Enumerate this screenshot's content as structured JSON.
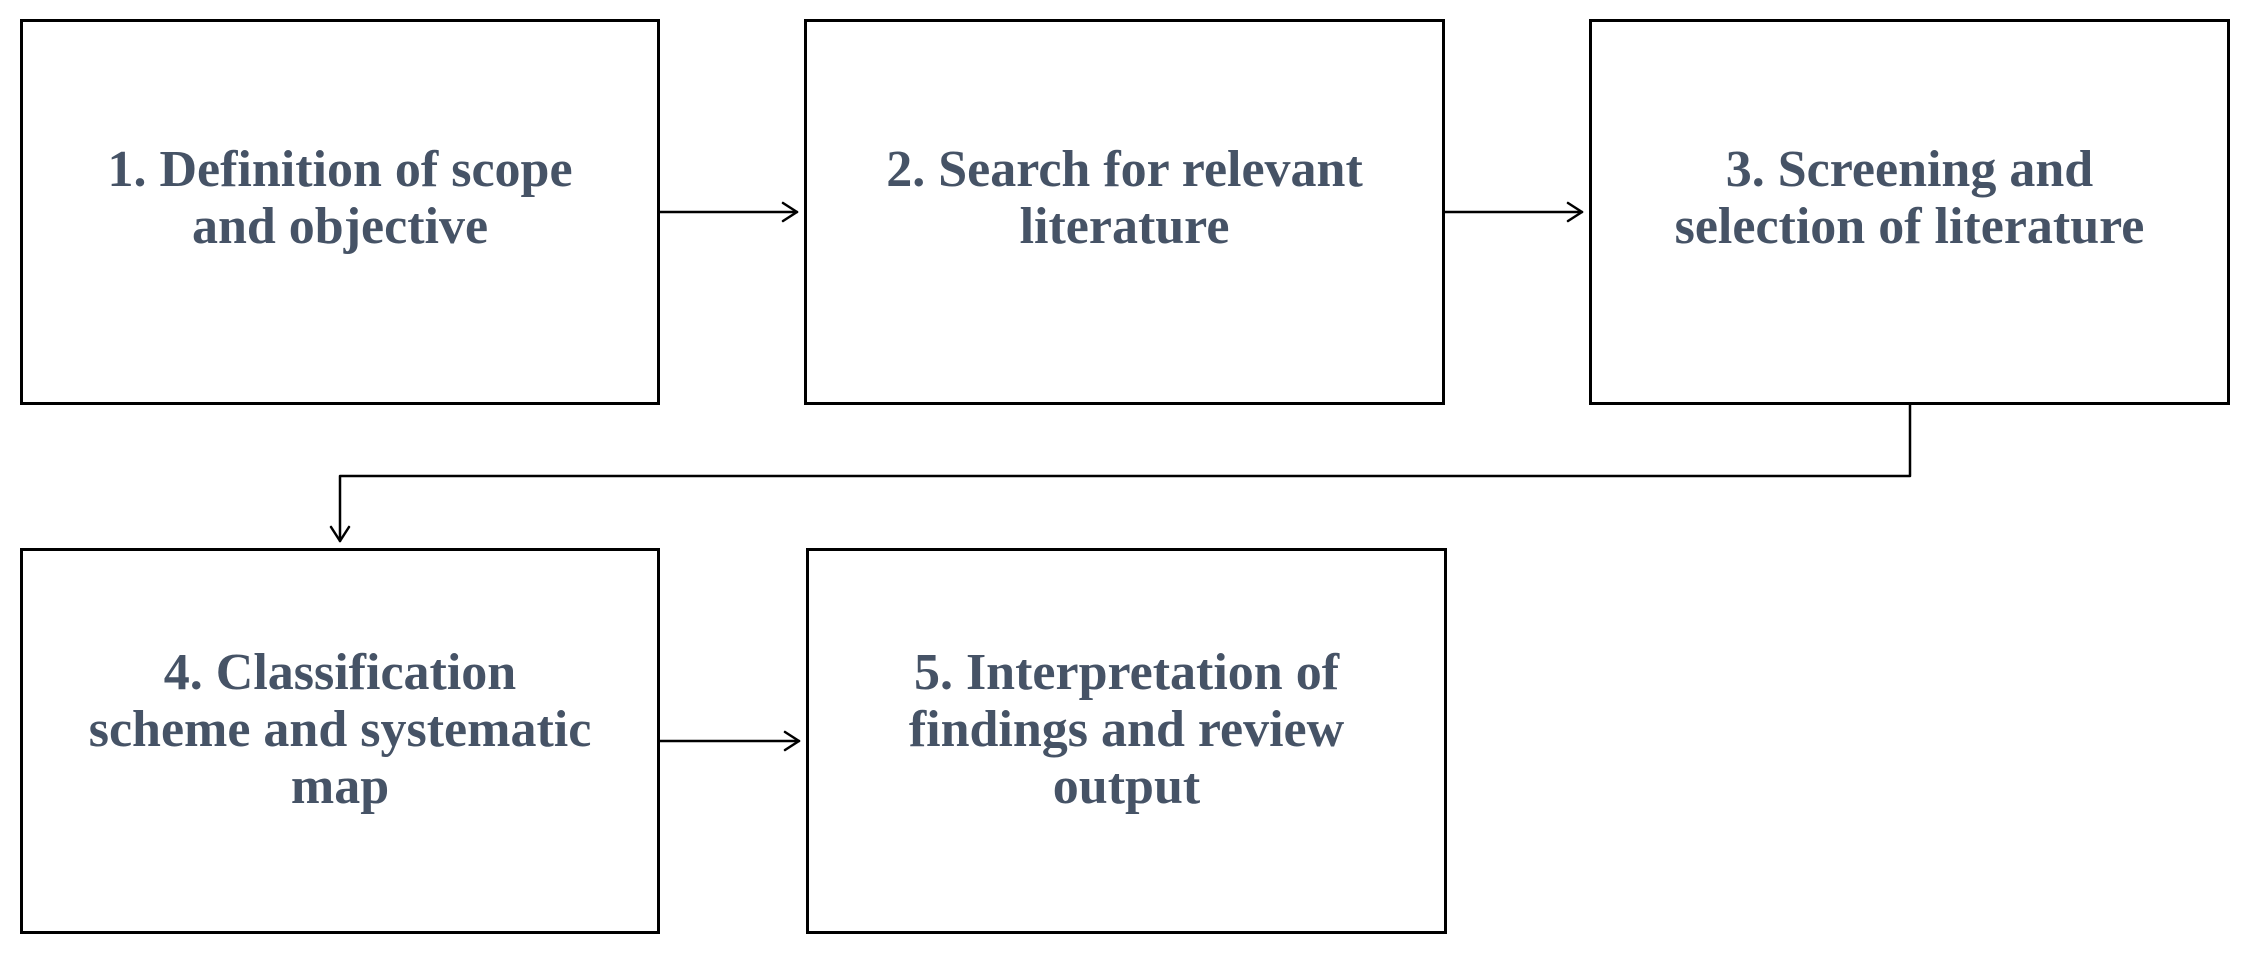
{
  "steps": [
    {
      "label": "1. Definition of scope\nand objective"
    },
    {
      "label": "2. Search for relevant\nliterature"
    },
    {
      "label": "3. Screening and\nselection of literature"
    },
    {
      "label": "4. Classification\nscheme and systematic\nmap"
    },
    {
      "label": "5. Interpretation of\nfindings and review\noutput"
    }
  ],
  "colors": {
    "text": "#465366",
    "border": "#000000",
    "background": "#ffffff"
  }
}
